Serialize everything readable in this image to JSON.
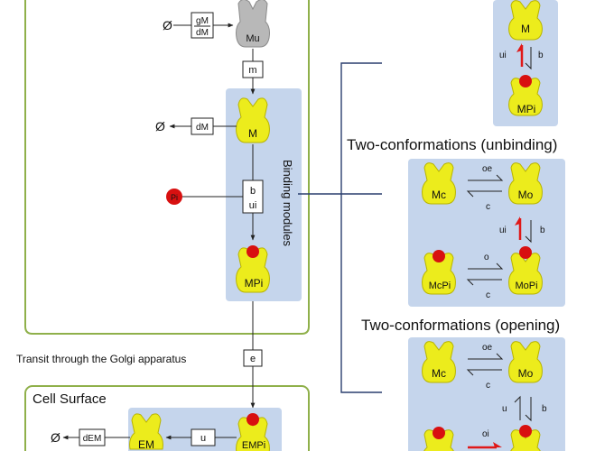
{
  "colors": {
    "panel": "#c5d5ec",
    "protein": "#ecec1c",
    "protein_dark": "#b8b400",
    "phosphate": "#d81010",
    "unfolded": "#b8b8b8",
    "compartment_border": "#8fb04a",
    "highlight_arrow": "#e01818"
  },
  "left": {
    "null_top": "Ø",
    "box_gm": "gM",
    "box_dm_top": "dM",
    "mu_label": "Mu",
    "box_m": "m",
    "null_mid": "Ø",
    "box_dm_mid": "dM",
    "m_label": "M",
    "phosphate_label": "Pi",
    "box_b": "b",
    "box_ui": "ui",
    "mp_label": "MPi",
    "binding_modules": "Binding modules",
    "transit_label": "Transit through the Golgi apparatus",
    "box_e": "e",
    "cell_surface": "Cell Surface",
    "null_bottom": "Ø",
    "box_dem": "dEM",
    "box_u": "u",
    "em_label": "EM",
    "emp_label": "EMPi"
  },
  "right": {
    "top_m": "M",
    "top_ui": "ui",
    "top_b": "b",
    "top_mp": "MPi",
    "title_unbinding": "Two-conformations  (unbinding)",
    "unb_mc": "Mc",
    "unb_oe": "oe",
    "unb_c1": "c",
    "unb_mo": "Mo",
    "unb_ui": "ui",
    "unb_b": "b",
    "unb_mcpi": "McPi",
    "unb_o": "o",
    "unb_c2": "c",
    "unb_mopi": "MoPi",
    "title_opening": "Two-conformations  (opening)",
    "op_mc": "Mc",
    "op_oe": "oe",
    "op_c": "c",
    "op_mo": "Mo",
    "op_u": "u",
    "op_b": "b",
    "op_oi": "oi"
  }
}
